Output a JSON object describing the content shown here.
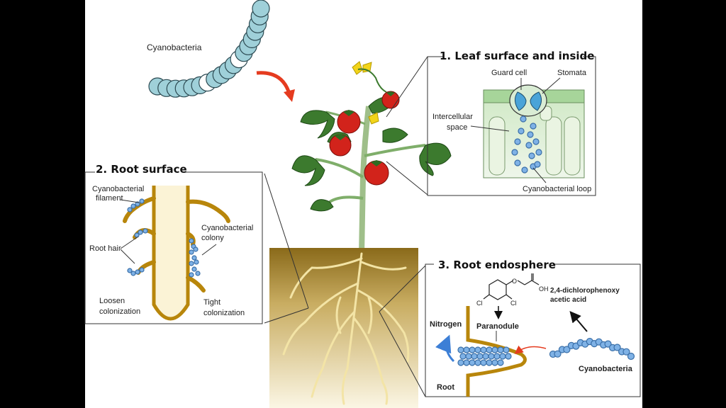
{
  "top": {
    "cyanobacteria_label": "Cyanobacteria"
  },
  "panel_leaf": {
    "title": "1. Leaf surface and inside",
    "guard_cell": "Guard cell",
    "stomata": "Stomata",
    "intercellular_1": "Intercellular",
    "intercellular_2": "space",
    "loop": "Cyanobacterial loop"
  },
  "panel_root_surface": {
    "title": "2. Root surface",
    "filament_1": "Cyanobacterial",
    "filament_2": "filament",
    "root_hair": "Root hair",
    "colony_1": "Cyanobacterial",
    "colony_2": "colony",
    "loosen_1": "Loosen",
    "loosen_2": "colonization",
    "tight_1": "Tight",
    "tight_2": "colonization"
  },
  "panel_endosphere": {
    "title": "3. Root endosphere",
    "chem_1": "2,4-dichlorophenoxy",
    "chem_2": "acetic acid",
    "oh": "OH",
    "cl_left": "Cl",
    "cl_right": "Cl",
    "o": "O",
    "nitrogen": "Nitrogen",
    "paranodule": "Paranodule",
    "root": "Root",
    "cyanobacteria": "Cyanobacteria"
  },
  "colors": {
    "cyano_fill": "#9fd0d9",
    "cyano_stroke": "#2c4a52",
    "root_brown": "#b8860b",
    "soil_dark": "#8a6a1a",
    "leaf_green": "#3c7a2e",
    "tomato_red": "#d2231b",
    "arrow_red": "#e53b1f",
    "loop_blue": "#7fb2e6"
  }
}
